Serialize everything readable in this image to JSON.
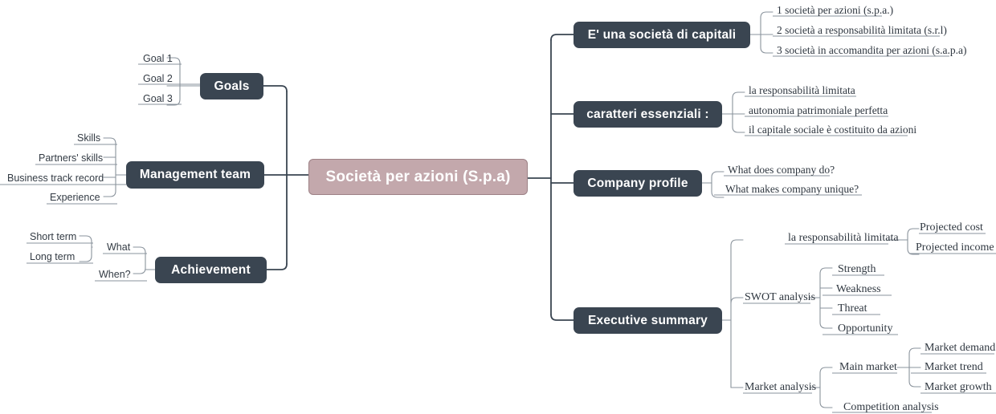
{
  "diagram": {
    "type": "mind-map",
    "root": {
      "label": "Società per azioni  (S.p.a)"
    },
    "colors": {
      "branch_fill": "#3a4551",
      "root_fill": "#c3a8ac",
      "root_border": "#9d8186",
      "main_connector": "#3a4551",
      "sub_connector": "#8a939c",
      "leaf_underline": "#8a939c",
      "leaf_text": "#2f3740",
      "background": "#ffffff"
    },
    "left_branches": [
      {
        "label": "Goals",
        "children": [
          {
            "label": "Goal 1"
          },
          {
            "label": "Goal 2"
          },
          {
            "label": "Goal 3"
          }
        ]
      },
      {
        "label": "Management team",
        "children": [
          {
            "label": "Skills"
          },
          {
            "label": "Partners' skills"
          },
          {
            "label": "Business track record"
          },
          {
            "label": "Experience"
          }
        ]
      },
      {
        "label": "Achievement",
        "children": [
          {
            "label": "What",
            "children": [
              {
                "label": "Short term"
              },
              {
                "label": "Long term"
              }
            ]
          },
          {
            "label": "When?"
          }
        ]
      }
    ],
    "right_branches": [
      {
        "label": "E' una società di capitali",
        "children": [
          {
            "label": "1 società per azioni (s.p.a.)"
          },
          {
            "label": "2 società a responsabilità limitata (s.r.l)"
          },
          {
            "label": "3 società in accomandita per azioni (s.a.p.a)"
          }
        ]
      },
      {
        "label": "caratteri essenziali :",
        "children": [
          {
            "label": "la responsabilità limitata"
          },
          {
            "label": "autonomia patrimoniale perfetta"
          },
          {
            "label": "il capitale sociale è costituito da azioni"
          }
        ]
      },
      {
        "label": "Company profile",
        "children": [
          {
            "label": "What does company do?"
          },
          {
            "label": "What makes company unique?"
          }
        ]
      },
      {
        "label": "Executive summary",
        "children": [
          {
            "label": "la responsabilità limitata",
            "children": [
              {
                "label": "Projected cost"
              },
              {
                "label": "Projected income"
              }
            ]
          },
          {
            "label": "SWOT analysis",
            "children": [
              {
                "label": "Strength"
              },
              {
                "label": "Weakness"
              },
              {
                "label": "Threat"
              },
              {
                "label": "Opportunity"
              }
            ]
          },
          {
            "label": "Market analysis",
            "children": [
              {
                "label": "Main market",
                "children": [
                  {
                    "label": "Market demand"
                  },
                  {
                    "label": "Market trend"
                  },
                  {
                    "label": "Market growth"
                  }
                ]
              },
              {
                "label": "Competition analysis"
              }
            ]
          }
        ]
      }
    ]
  }
}
